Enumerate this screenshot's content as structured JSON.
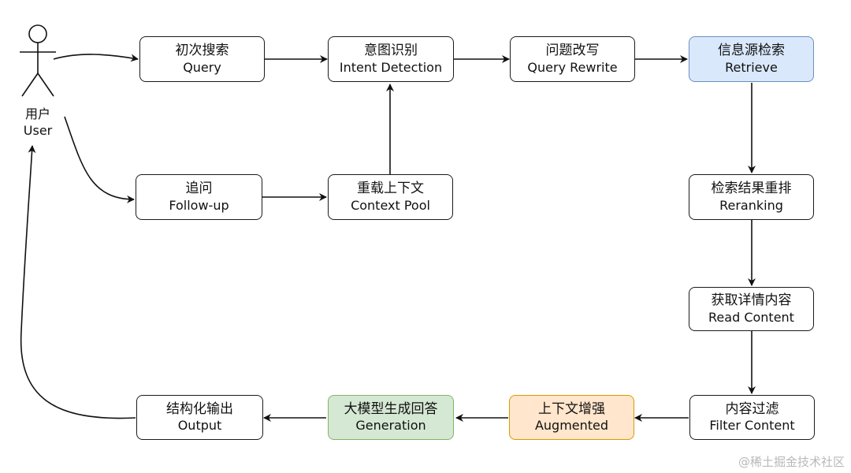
{
  "actor": {
    "label_zh": "用户",
    "label_en": "User"
  },
  "nodes": {
    "query": {
      "zh": "初次搜索",
      "en": "Query"
    },
    "intent": {
      "zh": "意图识别",
      "en": "Intent Detection"
    },
    "rewrite": {
      "zh": "问题改写",
      "en": "Query Rewrite"
    },
    "retrieve": {
      "zh": "信息源检索",
      "en": "Retrieve"
    },
    "followup": {
      "zh": "追问",
      "en": "Follow-up"
    },
    "context": {
      "zh": "重载上下文",
      "en": "Context Pool"
    },
    "reranking": {
      "zh": "检索结果重排",
      "en": "Reranking"
    },
    "read": {
      "zh": "获取详情内容",
      "en": "Read Content"
    },
    "filter": {
      "zh": "内容过滤",
      "en": "Filter Content"
    },
    "augmented": {
      "zh": "上下文增强",
      "en": "Augmented"
    },
    "generation": {
      "zh": "大模型生成回答",
      "en": "Generation"
    },
    "output": {
      "zh": "结构化输出",
      "en": "Output"
    }
  },
  "colors": {
    "retrieve_fill": "#dae8fc",
    "retrieve_stroke": "#6c8ebf",
    "generation_fill": "#d5e8d4",
    "generation_stroke": "#82b366",
    "augmented_fill": "#ffe6cc",
    "augmented_stroke": "#d79b00"
  },
  "watermark": "@稀土掘金技术社区"
}
